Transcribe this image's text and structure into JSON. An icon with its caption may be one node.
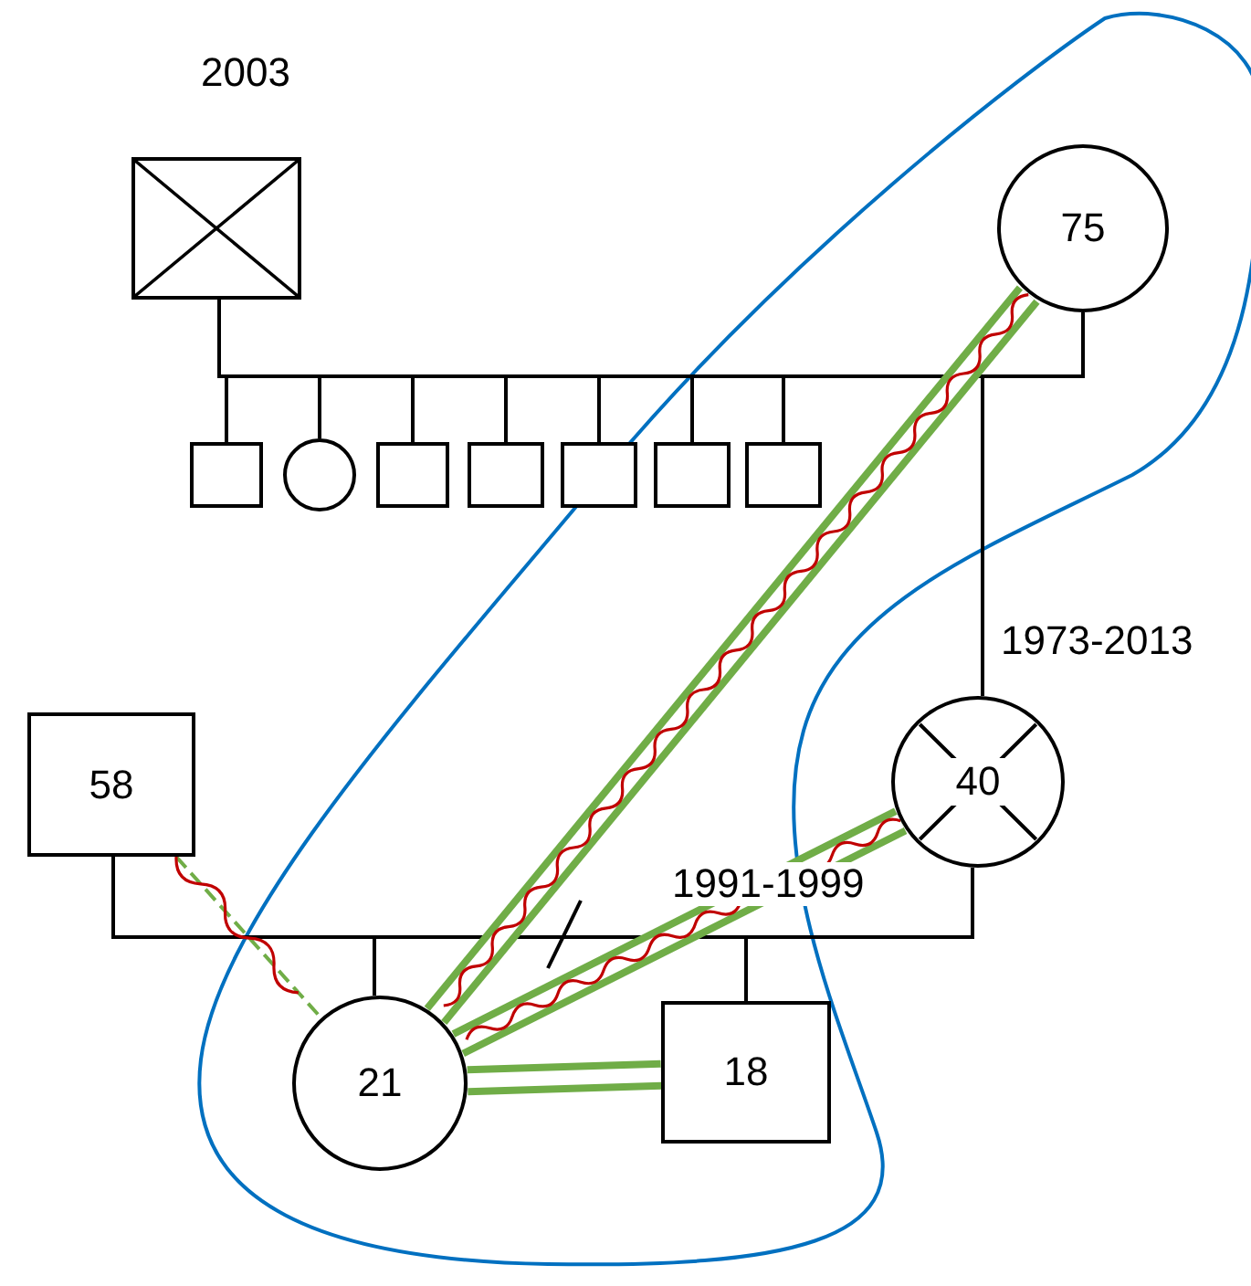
{
  "diagram": {
    "nodes": [
      {
        "text": [],
        "shape": "box",
        "beside": [
          "2003"
        ]
      },
      {
        "text": [
          "75"
        ]
      },
      {
        "text": [],
        "shape": "box"
      },
      {
        "text": [],
        "shape": "circle"
      },
      {
        "text": [],
        "shape": "box"
      },
      {
        "text": [],
        "shape": "box"
      },
      {
        "text": [],
        "shape": "box"
      },
      {
        "text": [],
        "shape": "box"
      },
      {
        "text": [],
        "shape": "box"
      },
      {
        "text": [
          "58"
        ]
      },
      {
        "text": [
          "40"
        ],
        "beside": [
          "1973-2013"
        ]
      },
      {
        "text": [
          "21"
        ]
      },
      {
        "text": [
          "18"
        ]
      }
    ],
    "edges": [
      {
        "from": 0,
        "to": 1,
        "arrow": "none"
      },
      {
        "from": 0,
        "to": 2,
        "arrow": "none"
      },
      {
        "from": 0,
        "to": 3,
        "arrow": "none"
      },
      {
        "from": 0,
        "to": 4,
        "arrow": "none"
      },
      {
        "from": 0,
        "to": 5,
        "arrow": "none"
      },
      {
        "from": 0,
        "to": 6,
        "arrow": "none"
      },
      {
        "from": 0,
        "to": 7,
        "arrow": "none"
      },
      {
        "from": 0,
        "to": 8,
        "arrow": "none"
      },
      {
        "from": 0,
        "to": 10,
        "arrow": "none"
      },
      {
        "from": 9,
        "to": 10,
        "arrow": "none",
        "label": "1991-1999"
      },
      {
        "from": 9,
        "to": 11,
        "arrow": "none"
      },
      {
        "from": 9,
        "to": 12,
        "arrow": "none"
      },
      {
        "from": 1,
        "to": 11,
        "arrow": "none",
        "style": "thick",
        "color": "#70ad47"
      },
      {
        "from": 10,
        "to": 11,
        "arrow": "none",
        "style": "thick",
        "color": "#70ad47"
      },
      {
        "from": 9,
        "to": 11,
        "arrow": "none",
        "style": "dashed",
        "color": "#70ad47"
      },
      {
        "from": 11,
        "to": 12,
        "arrow": "none",
        "style": "thick",
        "color": "#70ad47"
      }
    ]
  }
}
